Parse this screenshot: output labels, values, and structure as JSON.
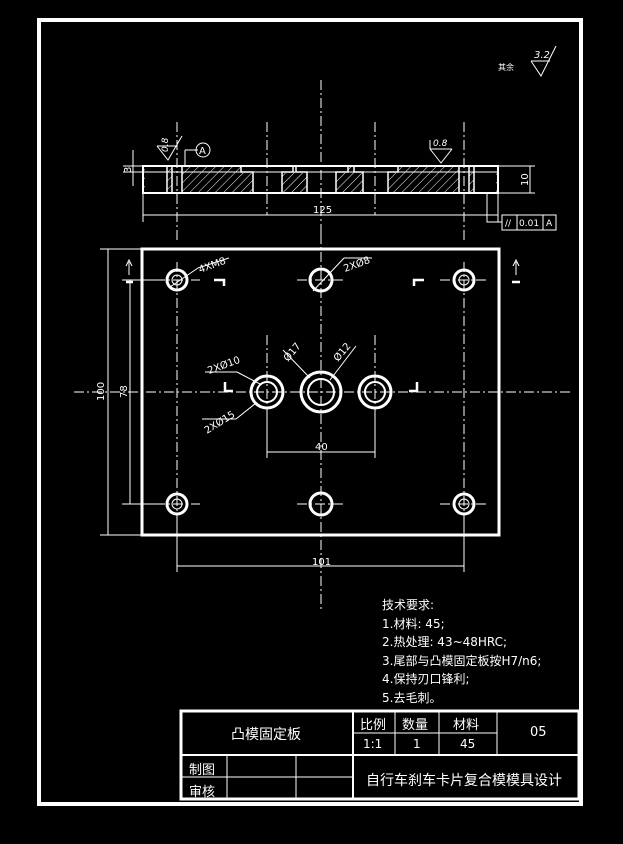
{
  "roughness": {
    "rest_label": "其余",
    "rest_value": "3.2",
    "top_left_value": "0.8",
    "top_right_value": "0.8"
  },
  "datum": "A",
  "tolerance": {
    "symbol": "//",
    "value": "0.01",
    "datum": "A"
  },
  "dims": {
    "thickness_small": "3",
    "thickness": "10",
    "length_side": "125",
    "width_total": "100",
    "width_holes": "78",
    "hole_span": "101",
    "center_span": "40",
    "screw_holes": "4XM8",
    "pin_holes": "2XØ8",
    "small_bore": "2XØ10",
    "large_bore": "2XØ15",
    "center_outer": "Ø17",
    "center_inner": "Ø12"
  },
  "notes": {
    "title": "技术要求:",
    "items": [
      "1.材料: 45;",
      "2.热处理: 43~48HRC;",
      "3.尾部与凸模固定板按H7/n6;",
      "4.保持刃口锋利;",
      "5.去毛刺。"
    ]
  },
  "title_block": {
    "part_name": "凸模固定板",
    "scale_label": "比例",
    "qty_label": "数量",
    "material_label": "材料",
    "scale_value": "1:1",
    "qty_value": "1",
    "material_value": "45",
    "drawing_no": "05",
    "drawn_label": "制图",
    "checked_label": "审核",
    "project": "自行车刹车卡片复合模模具设计"
  }
}
